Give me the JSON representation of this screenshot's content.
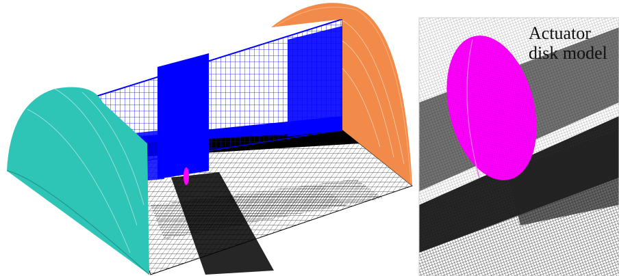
{
  "label": {
    "line1": "Actuator",
    "line2": "disk model"
  },
  "colors": {
    "inlet_boundary": "#2ec4b6",
    "outlet_boundary": "#f28a4a",
    "side_wall": "#0000ff",
    "ground_mesh": "#000000",
    "actuator_disk": "#ff00ff",
    "background": "#ffffff"
  },
  "icons": {
    "domain_mesh": "cfd-mesh-domain-3d",
    "zoom_view": "actuator-disk-zoom"
  }
}
